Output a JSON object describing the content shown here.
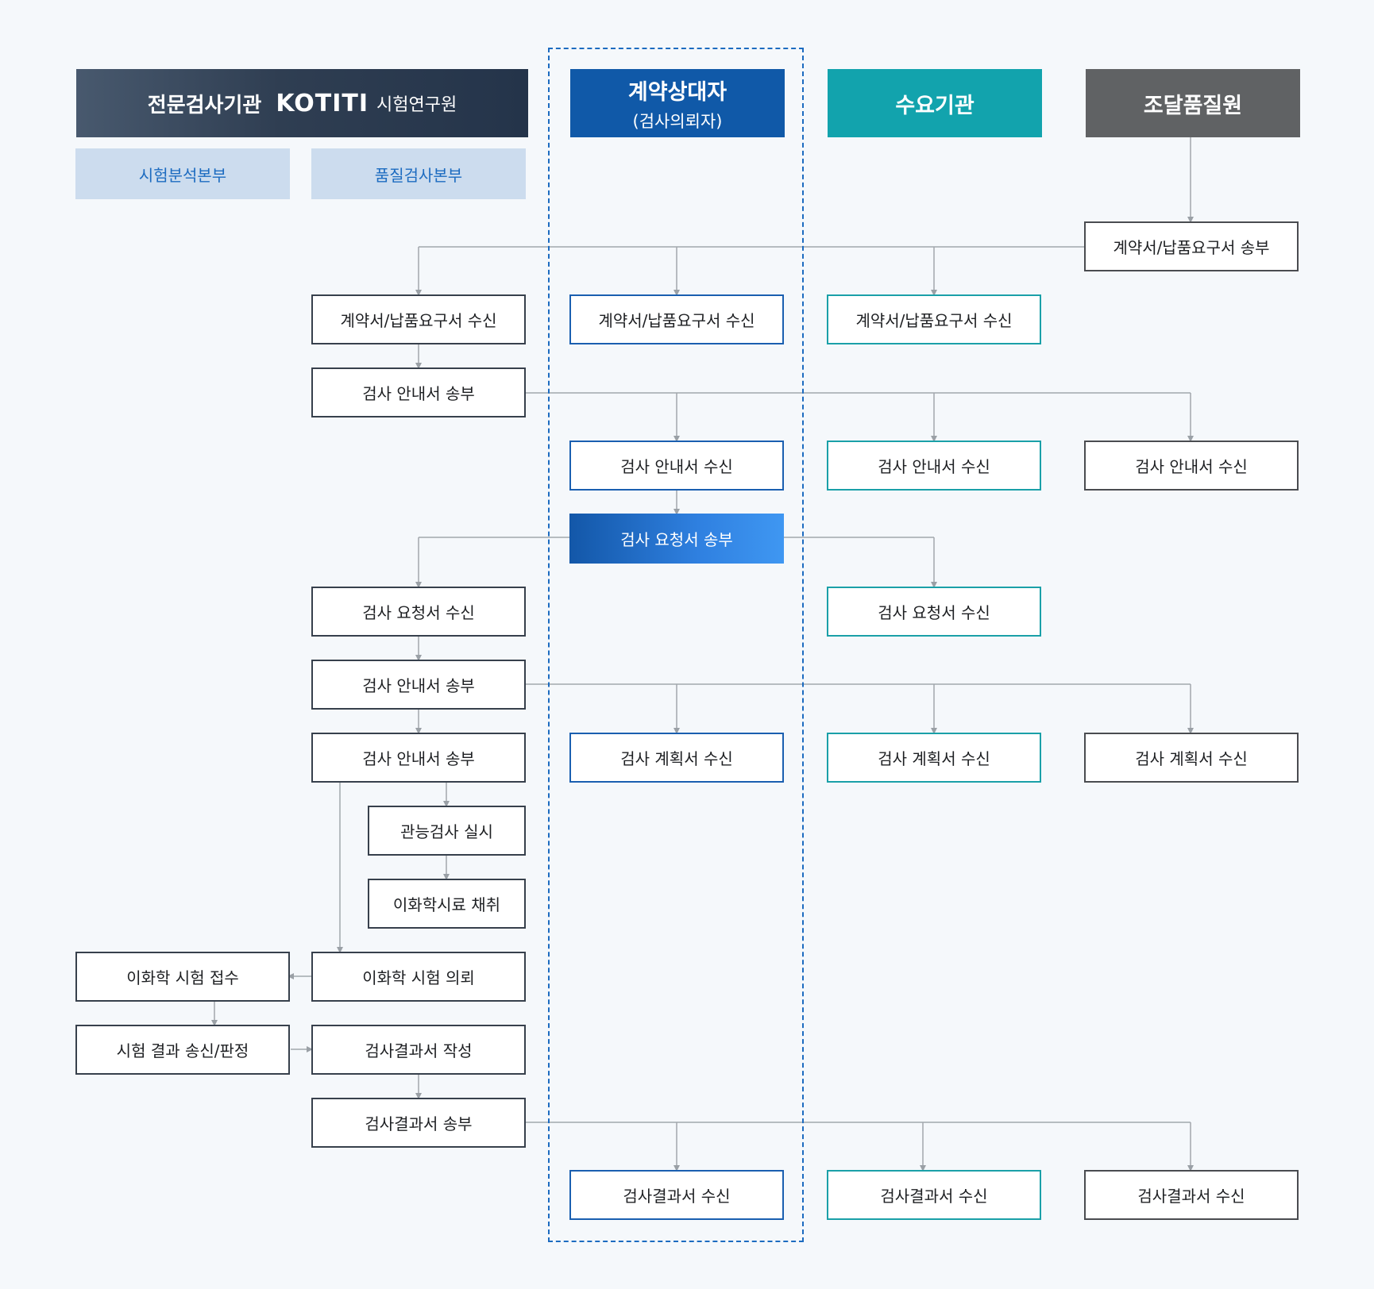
{
  "headers": {
    "main_label": "전문검사기관",
    "logo": "KOTITI",
    "logo_sub": "시험연구원",
    "contract_title": "계약상대자",
    "contract_sub": "(검사의뢰자)",
    "demand": "수요기관",
    "supply": "조달품질원"
  },
  "subheaders": {
    "lab": "시험분석본부",
    "quality": "품질검사본부"
  },
  "colors": {
    "dark": "#37404c",
    "blue": "#1a5fb0",
    "teal": "#1aa0a8",
    "gray": "#4a4c50"
  },
  "nodes": {
    "supply_send_contract": "계약서/납품요구서 송부",
    "quality_recv_contract": "계약서/납품요구서 수신",
    "contract_recv_contract": "계약서/납품요구서 수신",
    "demand_recv_contract": "계약서/납품요구서 수신",
    "quality_send_guide1": "검사 안내서 송부",
    "contract_recv_guide": "검사 안내서 수신",
    "demand_recv_guide": "검사 안내서 수신",
    "supply_recv_guide": "검사 안내서 수신",
    "contract_send_request": "검사 요청서 송부",
    "quality_recv_request": "검사 요청서 수신",
    "demand_recv_request": "검사 요청서 수신",
    "quality_send_guide2": "검사 안내서 송부",
    "quality_send_guide3": "검사 안내서 송부",
    "contract_recv_plan": "검사 계획서 수신",
    "demand_recv_plan": "검사 계획서 수신",
    "supply_recv_plan": "검사 계획서 수신",
    "quality_sensory": "관능검사 실시",
    "quality_sample": "이화학시료 채취",
    "lab_receive_test": "이화학 시험 접수",
    "quality_request_test": "이화학 시험 의뢰",
    "lab_send_result": "시험 결과 송신/판정",
    "quality_write_report": "검사결과서 작성",
    "quality_send_report": "검사결과서 송부",
    "contract_recv_report": "검사결과서 수신",
    "demand_recv_report": "검사결과서 수신",
    "supply_recv_report": "검사결과서 수신"
  }
}
